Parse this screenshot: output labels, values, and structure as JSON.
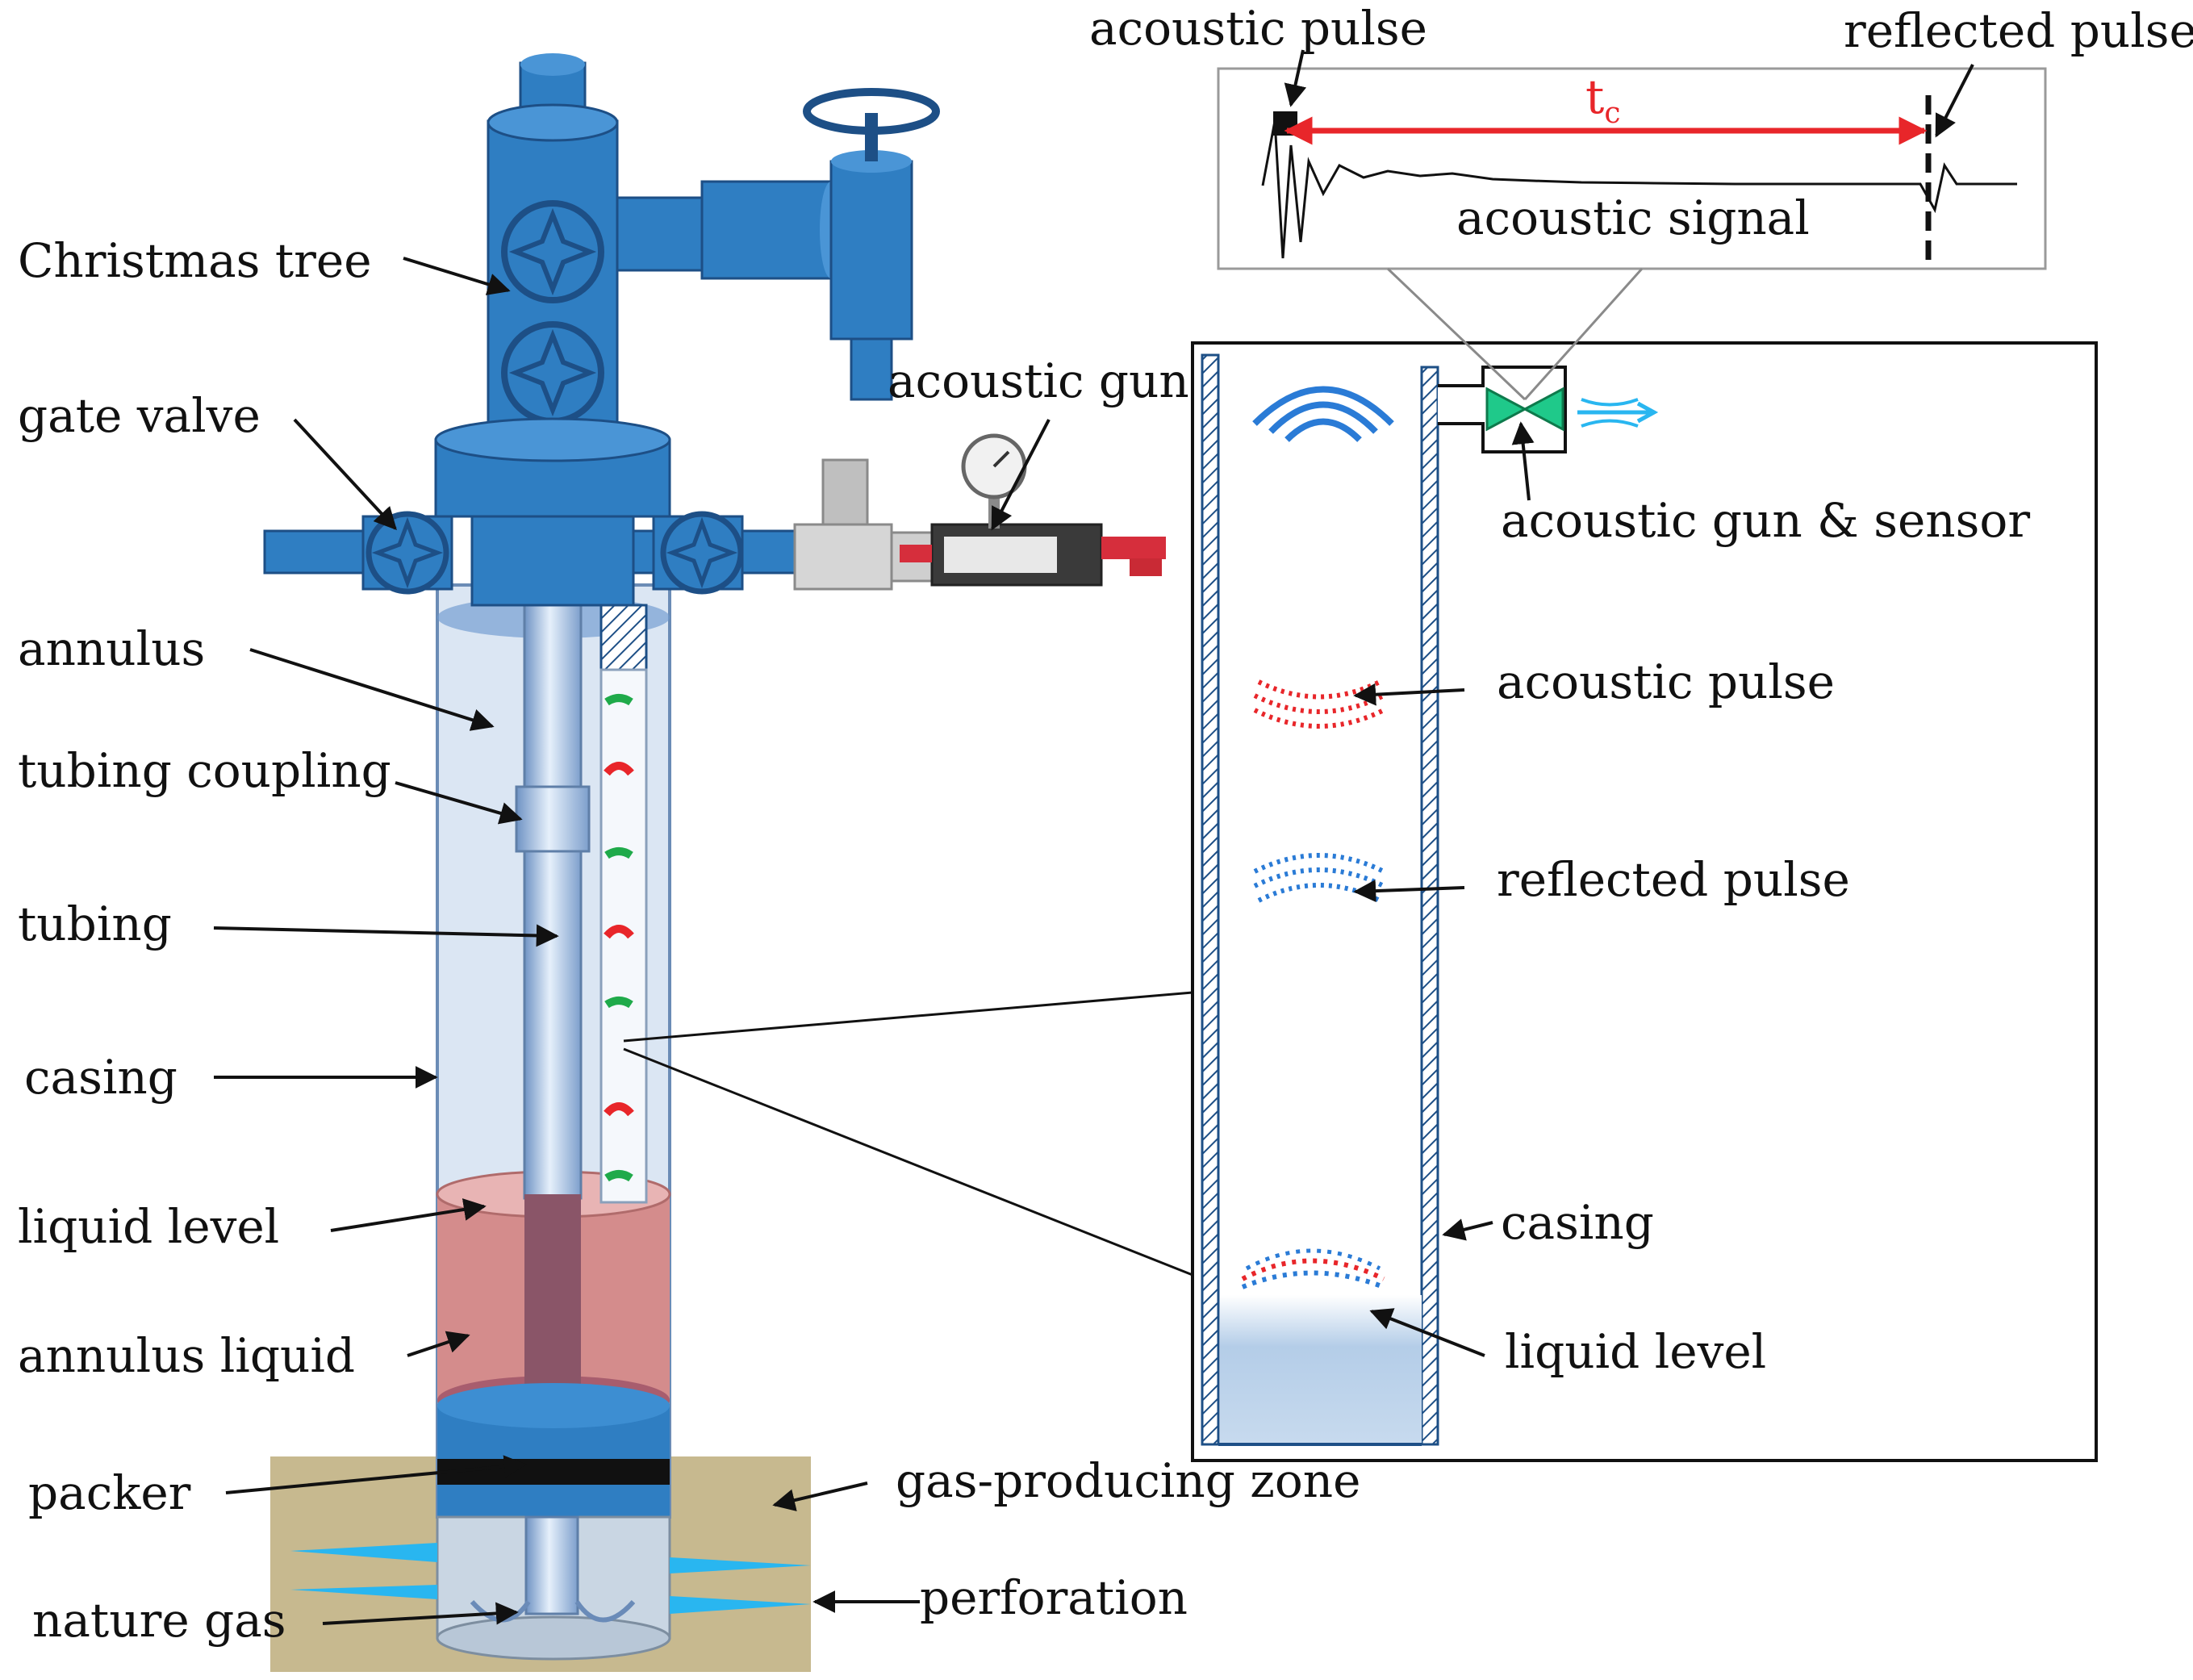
{
  "labels": {
    "christmas_tree": "Christmas  tree",
    "gate_valve": "gate  valve",
    "annulus": "annulus",
    "tubing_coupling": "tubing  coupling",
    "tubing": "tubing",
    "casing_left": "casing",
    "liquid_level_left": "liquid  level",
    "annulus_liquid": "annulus  liquid",
    "packer": "packer",
    "nature_gas": "nature  gas",
    "acoustic_gun": "acoustic  gun",
    "gas_producing_zone": "gas-producing  zone",
    "perforation": "perforation",
    "acoustic_pulse_top": "acoustic  pulse",
    "reflected_pulse_top": "reflected  pulse",
    "acoustic_signal": "acoustic  signal",
    "tc_main": "t",
    "tc_sub": "c",
    "acoustic_gun_sensor": "acoustic  gun  &  sensor",
    "acoustic_pulse_right": "acoustic  pulse",
    "reflected_pulse_right": "reflected  pulse",
    "casing_right": "casing",
    "liquid_level_right": "liquid  level"
  },
  "colors": {
    "equipment_blue": "#2f7ec2",
    "equipment_dark": "#1d4f86",
    "annulus_fill": "#dbe6f3",
    "liquid_fill": "#d48c8c",
    "tubing_fill": "#aec9e8",
    "ground": "#c7b98f",
    "gas_jet": "#29b6f0",
    "pulse_red": "#e8262a",
    "pulse_green": "#1faa4a",
    "wave_blue": "#2a7bd6",
    "time_arrow": "#e8262a"
  }
}
